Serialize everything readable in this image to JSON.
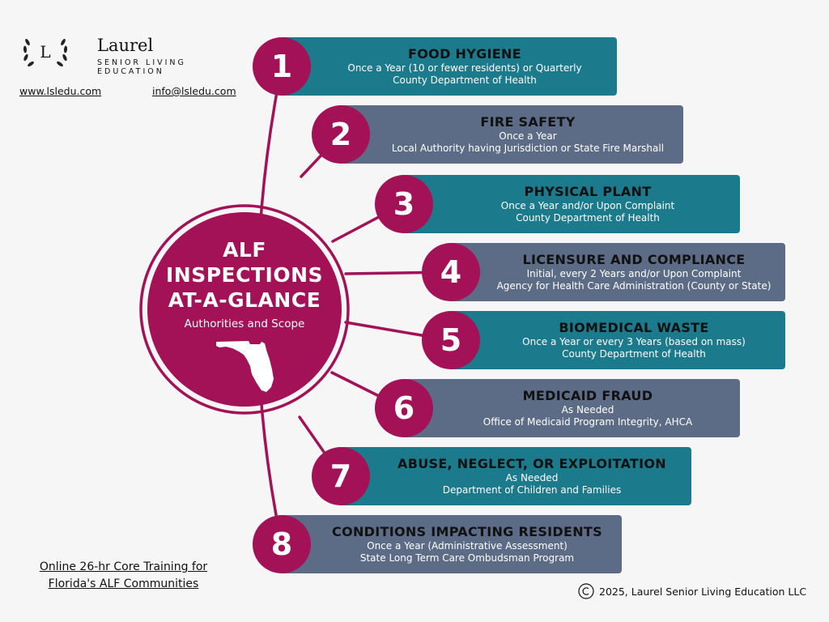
{
  "brand": {
    "mark_letter": "L",
    "name": "Laurel",
    "tagline": "SENIOR LIVING EDUCATION"
  },
  "links": {
    "website": "www.lsledu.com",
    "email": "info@lsledu.com"
  },
  "hub": {
    "title": "ALF\nINSPECTIONS\nAT-A-GLANCE",
    "subtitle": "Authorities and Scope",
    "map_icon": "florida-map-icon"
  },
  "colors": {
    "magenta": "#a31256",
    "teal": "#1b7a8c",
    "slate": "#5d6c86"
  },
  "inspections": [
    {
      "number": "1",
      "title": "FOOD HYGIENE",
      "frequency": "Once a Year (10 or fewer residents) or Quarterly",
      "authority": "County Department of Health"
    },
    {
      "number": "2",
      "title": "FIRE SAFETY",
      "frequency": "Once a Year",
      "authority": "Local Authority having Jurisdiction or State Fire Marshall"
    },
    {
      "number": "3",
      "title": "PHYSICAL PLANT",
      "frequency": "Once a Year and/or Upon Complaint",
      "authority": "County Department of Health"
    },
    {
      "number": "4",
      "title": "LICENSURE AND COMPLIANCE",
      "frequency": "Initial, every 2 Years and/or Upon Complaint",
      "authority": "Agency for Health Care Administration (County or State)"
    },
    {
      "number": "5",
      "title": "BIOMEDICAL WASTE",
      "frequency": "Once a Year or every 3 Years (based on mass)",
      "authority": "County Department of Health"
    },
    {
      "number": "6",
      "title": "MEDICAID FRAUD",
      "frequency": "As Needed",
      "authority": "Office of Medicaid Program Integrity, AHCA"
    },
    {
      "number": "7",
      "title": "ABUSE, NEGLECT, OR EXPLOITATION",
      "frequency": "As Needed",
      "authority": "Department of Children and Families"
    },
    {
      "number": "8",
      "title": "CONDITIONS IMPACTING RESIDENTS",
      "frequency": "Once a Year (Administrative Assessment)",
      "authority": "State Long Term Care Ombudsman Program"
    }
  ],
  "footer": {
    "training": "Online 26-hr Core Training for Florida's ALF Communities",
    "copyright": "2025, Laurel Senior Living Education LLC",
    "copyright_icon": "copyright-icon"
  }
}
